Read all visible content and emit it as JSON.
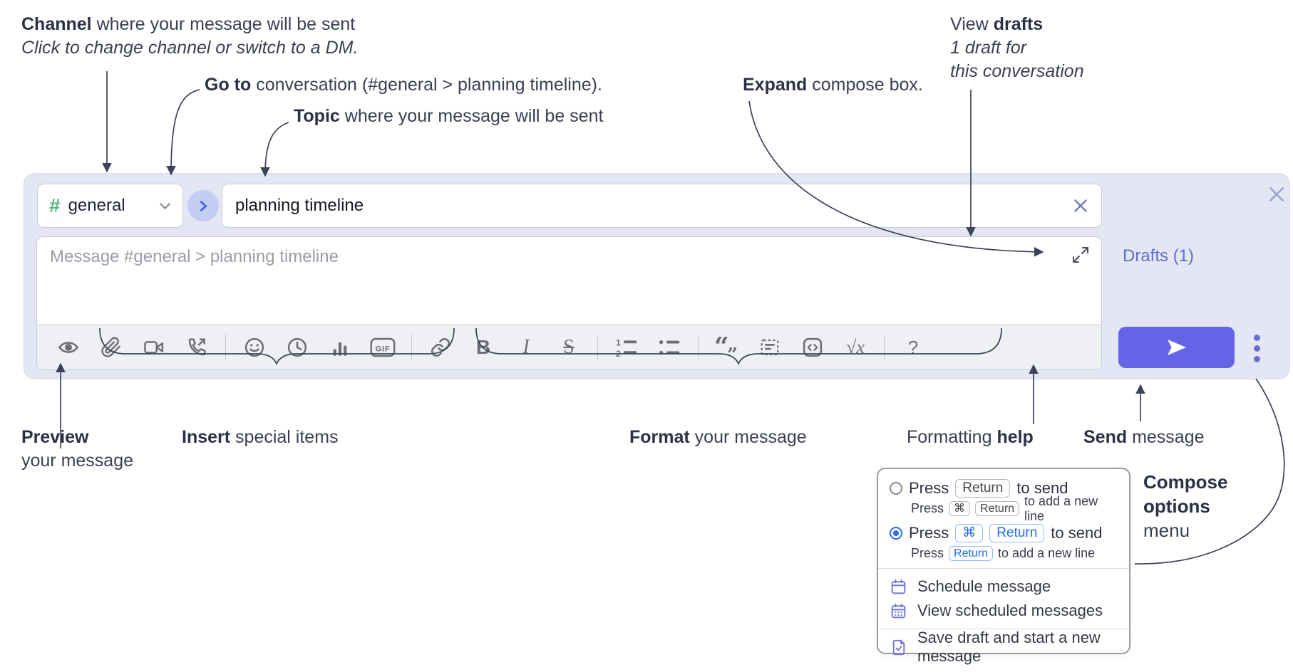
{
  "annotations": {
    "channel": {
      "bold": "Channel",
      "rest": " where your message will be sent",
      "sub": "Click to change channel or switch to a DM."
    },
    "goto": {
      "bold": "Go to",
      "rest": " conversation (#general > planning timeline)."
    },
    "topic": {
      "bold": "Topic",
      "rest": " where your message will be sent"
    },
    "expand": {
      "bold": "Expand",
      "rest": " compose box."
    },
    "drafts": {
      "line1_pre": "View ",
      "line1_bold": "drafts",
      "line2": "1 draft for",
      "line3": "this conversation"
    },
    "preview": {
      "bold": "Preview",
      "line2": "your message"
    },
    "insert": {
      "bold": "Insert",
      "rest": " special items"
    },
    "format": {
      "bold": "Format",
      "rest": " your message"
    },
    "formatting_help": {
      "pre": "Formatting ",
      "bold": "help"
    },
    "send": {
      "bold": "Send",
      "rest": " message"
    },
    "compose_options": {
      "bold1": "Compose",
      "bold2": "options",
      "line3": "menu"
    }
  },
  "compose": {
    "channel_selector": {
      "hash": "#",
      "label": "general",
      "icons": [
        "hashtag-icon",
        "chevron-down-icon"
      ]
    },
    "goto_button_icon": "chevron-right-icon",
    "topic_input": {
      "value": "planning timeline",
      "clear_icon": "close-icon"
    },
    "close_icon": "close-icon",
    "message_input": {
      "placeholder": "Message #general > planning timeline"
    },
    "expand_icon": "expand-diagonal-icon",
    "drafts_link": "Drafts (1)",
    "toolbar": {
      "icons": [
        "preview-eye",
        "attach-paperclip",
        "video-call",
        "voice-call",
        "emoji",
        "global-time",
        "poll",
        "gif",
        "link",
        "bold",
        "italic",
        "strikethrough",
        "numbered-list",
        "bulleted-list",
        "quote",
        "spoiler",
        "code",
        "math",
        "help"
      ],
      "gif_label": "GIF",
      "bold_glyph": "B",
      "italic_glyph": "I",
      "strike_glyph": "S",
      "math_glyph": "√x",
      "help_glyph": "?"
    },
    "send_button_icon": "send-plane-icon",
    "options_button_icon": "vertical-ellipsis-icon"
  },
  "popup": {
    "option1": {
      "selected": false,
      "prefix": "Press",
      "kbd": "Return",
      "suffix": "to send",
      "sub_prefix": "Press",
      "sub_kbd1": "⌘",
      "sub_kbd2": "Return",
      "sub_suffix": "to add a new line"
    },
    "option2": {
      "selected": true,
      "prefix": "Press",
      "kbd1": "⌘",
      "kbd2": "Return",
      "suffix": "to send",
      "sub_prefix": "Press",
      "sub_kbd": "Return",
      "sub_suffix": "to add a new line"
    },
    "items": [
      {
        "icon": "calendar-icon",
        "label": "Schedule message"
      },
      {
        "icon": "calendar-grid-icon",
        "label": "View scheduled messages"
      },
      {
        "icon": "draft-note-icon",
        "label": "Save draft and start a new message"
      }
    ]
  },
  "colors": {
    "compose_bg": "#e4e6f3",
    "accent_purple": "#6364e6",
    "link_purple": "#5e6ec7",
    "hash_green": "#5cb87f",
    "kbd_blue": "#2b6eea",
    "annotation_text": "#3a4052",
    "toolbar_icon": "#6d6e72",
    "menu_icon_purple": "#7478d6"
  }
}
